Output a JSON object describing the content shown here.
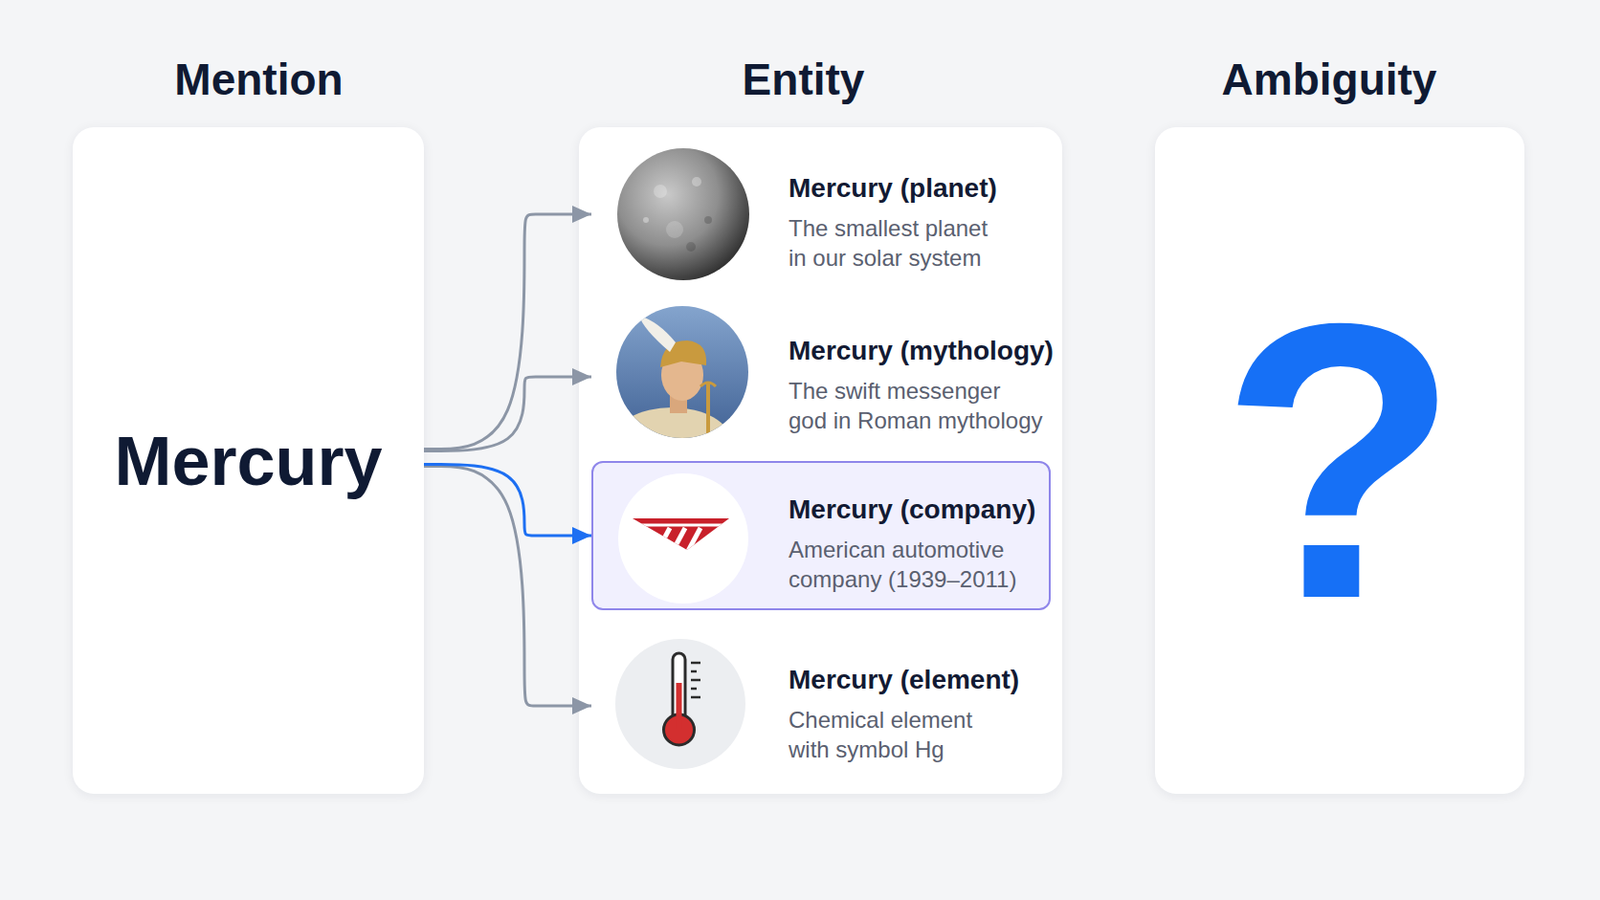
{
  "diagram": {
    "nodes": [
      {
        "text": [
          "Mention",
          "Mercury"
        ]
      },
      {
        "text": [
          "Entity"
        ]
      },
      {
        "text": [
          "Mercury (planet)",
          "The smallest planet in our solar system"
        ],
        "in": 1
      },
      {
        "text": [
          "Mercury (mythology)",
          "The swift messenger god in Roman mythology"
        ],
        "in": 1
      },
      {
        "text": [
          "Mercury (company)",
          "American automotive company (1939–2011)"
        ],
        "in": 1
      },
      {
        "text": [
          "Mercury (element)",
          "Chemical element with symbol Hg"
        ],
        "in": 1
      },
      {
        "text": [
          "Ambiguity",
          "?"
        ]
      }
    ],
    "edges": [
      {
        "from": 0,
        "to": 2,
        "arrow": "to"
      },
      {
        "from": 0,
        "to": 3,
        "arrow": "to"
      },
      {
        "from": 0,
        "to": 4,
        "arrow": "to"
      },
      {
        "from": 0,
        "to": 5,
        "arrow": "to"
      }
    ]
  }
}
